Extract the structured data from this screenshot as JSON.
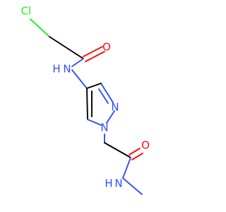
{
  "atom_labels": {
    "chlorine": "Cl",
    "carbonyl_oxygen_top": "O",
    "amide_nitrogen_top": "N",
    "amide_hydrogen_top": "H",
    "pyrazole_nitrogen_2": "N",
    "pyrazole_nitrogen_1": "N",
    "carbonyl_oxygen_bottom": "O",
    "amide_nitrogen_bottom": "N",
    "amide_hydrogen_bottom": "H"
  },
  "colors": {
    "carbon": "#000000",
    "nitrogen": "#3050f8",
    "oxygen": "#ff0d0d",
    "chlorine": "#1ff01f",
    "background": "#ffffff"
  }
}
